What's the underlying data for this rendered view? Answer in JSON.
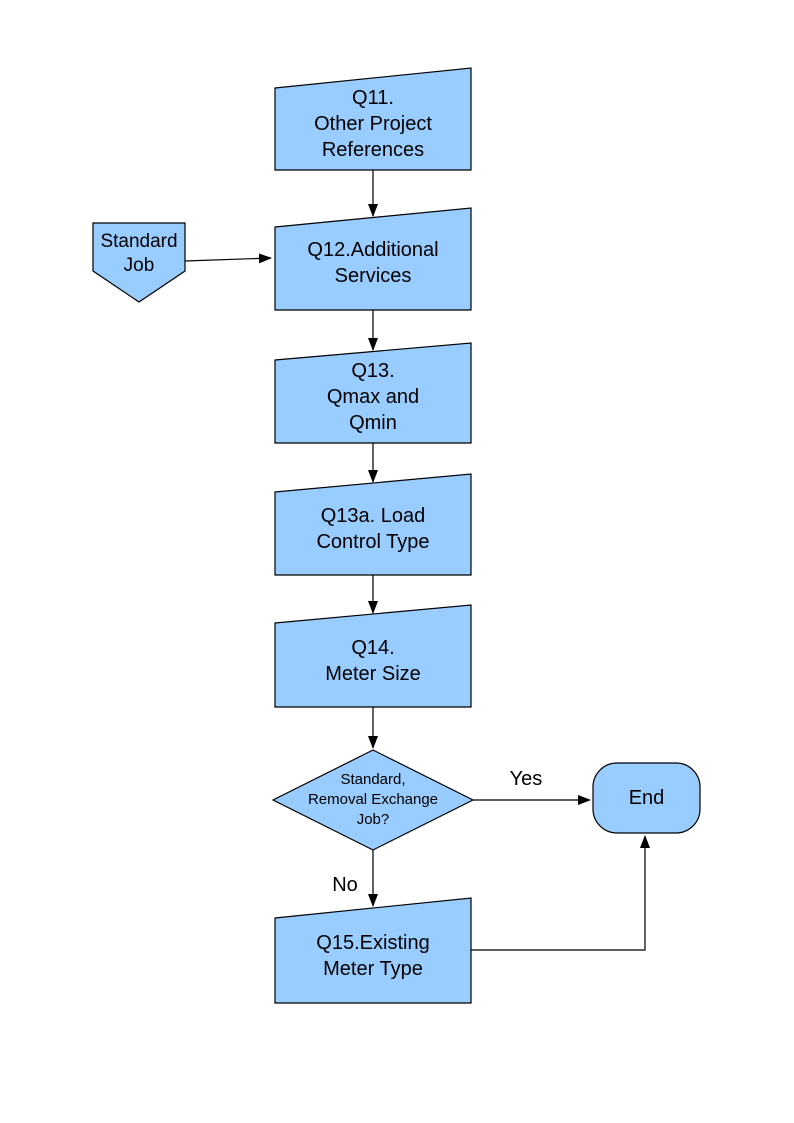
{
  "colors": {
    "shape_fill": "#99CCFF",
    "shape_border": "#000000",
    "text": "#000000",
    "background": "#FFFFFF"
  },
  "nodes": {
    "q11": {
      "label": "Q11.\nOther Project\nReferences",
      "shape": "manual-input-box"
    },
    "standard_job": {
      "label": "Standard\nJob",
      "shape": "pentagon-down"
    },
    "q12": {
      "label": "Q12.Additional\nServices",
      "shape": "manual-input-box"
    },
    "q13": {
      "label": "Q13.\nQmax and\nQmin",
      "shape": "manual-input-box"
    },
    "q13a": {
      "label": "Q13a. Load\nControl Type",
      "shape": "manual-input-box"
    },
    "q14": {
      "label": "Q14.\nMeter Size",
      "shape": "manual-input-box"
    },
    "decision": {
      "label": "Standard,\nRemoval Exchange\nJob?",
      "shape": "diamond"
    },
    "end": {
      "label": "End",
      "shape": "terminator"
    },
    "q15": {
      "label": "Q15.Existing\nMeter Type",
      "shape": "manual-input-box"
    }
  },
  "edges": {
    "yes_label": "Yes",
    "no_label": "No"
  }
}
